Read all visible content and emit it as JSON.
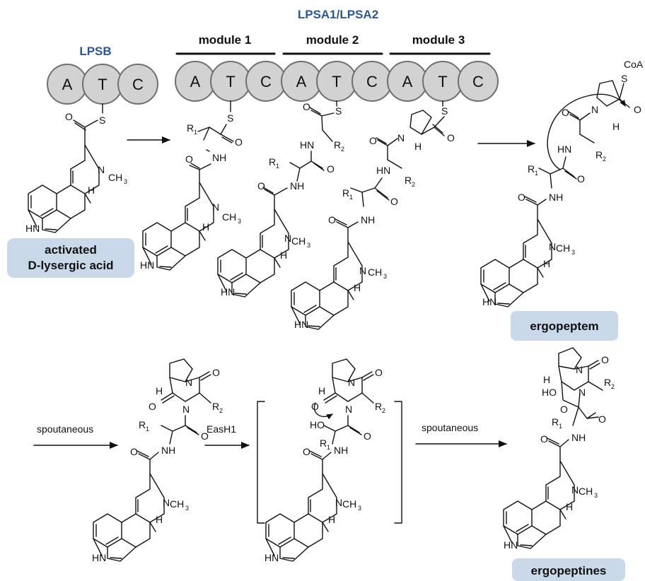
{
  "headers": {
    "lpsb": "LPSB",
    "lpsa": "LPSA1/LPSA2",
    "module1": "module 1",
    "module2": "module 2",
    "module3": "module 3"
  },
  "domains": {
    "lpsb": [
      "A",
      "T",
      "C"
    ],
    "module1": [
      "A",
      "T",
      "C"
    ],
    "module2": [
      "A",
      "T",
      "C"
    ],
    "module3": [
      "A",
      "T",
      "C"
    ]
  },
  "labels": {
    "activated_line1": "activated",
    "activated_line2": "D-lysergic acid",
    "ergopeptem": "ergopeptem",
    "ergopeptines": "ergopeptines"
  },
  "arrow_labels": {
    "spontaneous_1": "spoutaneous",
    "easH1": "EasH1",
    "spontaneous_2": "spoutaneous"
  },
  "atoms": {
    "S": "S",
    "O": "O",
    "NH": "NH",
    "HN": "HN",
    "N": "N",
    "H": "H",
    "CH3": "CH",
    "three": "3",
    "R": "R",
    "one": "1",
    "two": "2",
    "HO": "HO",
    "CoA": "CoA"
  },
  "colors": {
    "header_blue": "#2b5797",
    "domain_fill": "#d2d2d2",
    "domain_stroke": "#6f6f6f",
    "label_box": "#c9d9ea"
  }
}
